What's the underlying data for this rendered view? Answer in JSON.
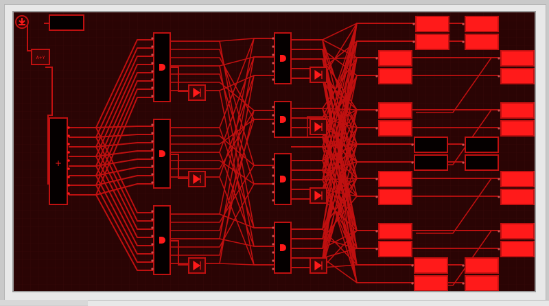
{
  "app": {
    "title": "",
    "palette": {
      "board_bg": "#2a0404",
      "grid": "#3a0808",
      "wire": "#c01010",
      "wire_dark": "#8a0b0b",
      "node_on": "#ff1a1a",
      "node_off": "#050000",
      "frame": "#e8e8e8"
    }
  },
  "toolbar": {
    "download_icon": "download-icon",
    "name_field_value": "",
    "key_badge": "A+Y"
  },
  "components": {
    "source": {
      "label": "+",
      "state": "off"
    },
    "gate_type": "AND",
    "buffer_type": "buffer",
    "outputs": [
      {
        "state": "on"
      },
      {
        "state": "on"
      },
      {
        "state": "on"
      },
      {
        "state": "on"
      },
      {
        "state": "on"
      },
      {
        "state": "on"
      },
      {
        "state": "on"
      },
      {
        "state": "on"
      },
      {
        "state": "on"
      },
      {
        "state": "on"
      },
      {
        "state": "on"
      },
      {
        "state": "on"
      },
      {
        "state": "off"
      },
      {
        "state": "off"
      },
      {
        "state": "off"
      },
      {
        "state": "off"
      },
      {
        "state": "on"
      },
      {
        "state": "on"
      },
      {
        "state": "on"
      },
      {
        "state": "on"
      },
      {
        "state": "on"
      },
      {
        "state": "on"
      },
      {
        "state": "on"
      },
      {
        "state": "on"
      },
      {
        "state": "on"
      },
      {
        "state": "on"
      },
      {
        "state": "on"
      },
      {
        "state": "on"
      }
    ]
  }
}
